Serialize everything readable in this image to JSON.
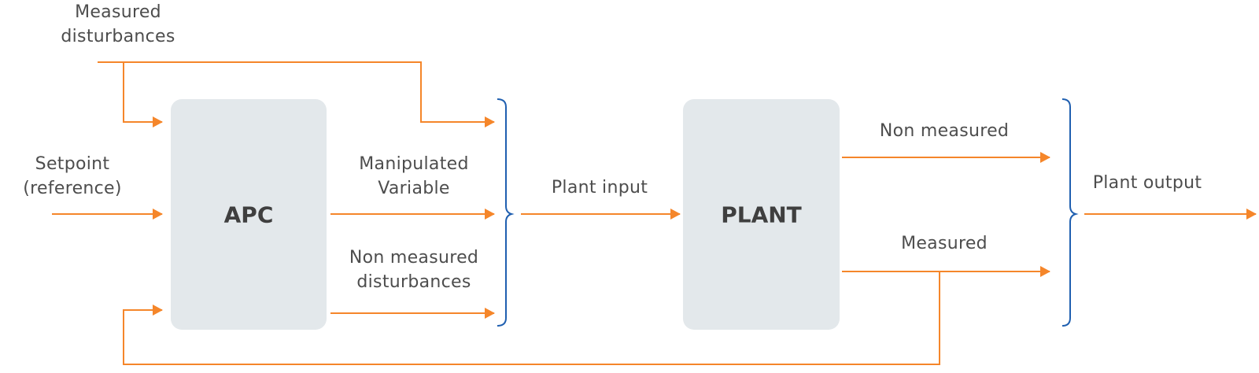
{
  "colors": {
    "signal": "#f5862a",
    "brace": "#1f5fb0",
    "block": "#e3e8eb",
    "text": "#4d4d4d"
  },
  "blocks": {
    "controller": "APC",
    "plant": "PLANT"
  },
  "labels": {
    "measured_disturbances": [
      "Measured",
      "disturbances"
    ],
    "setpoint": [
      "Setpoint",
      "(reference)"
    ],
    "manipulated_variable": [
      "Manipulated",
      "Variable"
    ],
    "non_measured_disturbances": [
      "Non measured",
      "disturbances"
    ],
    "plant_input": "Plant input",
    "non_measured_output": "Non measured",
    "measured_output": "Measured",
    "plant_output": "Plant output"
  },
  "connections": [
    {
      "from": "Measured disturbances",
      "to": "APC"
    },
    {
      "from": "Measured disturbances",
      "to": "Plant input"
    },
    {
      "from": "Setpoint (reference)",
      "to": "APC"
    },
    {
      "from": "APC",
      "to": "Plant input",
      "label": "Manipulated Variable"
    },
    {
      "from": "Non measured disturbances",
      "to": "Plant input"
    },
    {
      "from": "Plant input",
      "to": "PLANT"
    },
    {
      "from": "PLANT",
      "to": "Plant output",
      "label": "Non measured"
    },
    {
      "from": "PLANT",
      "to": "Plant output",
      "label": "Measured"
    },
    {
      "from": "Measured",
      "to": "APC",
      "label": "feedback"
    },
    {
      "from": "Plant output",
      "to": "exit"
    }
  ]
}
